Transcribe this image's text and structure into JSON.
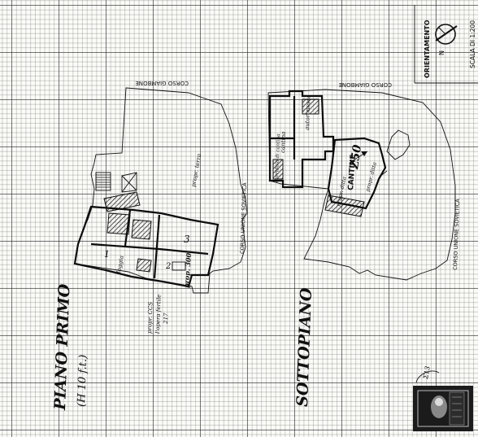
{
  "legend": {
    "orientation_label": "ORIENTAMENTO",
    "scale_label": "SCALA DI 1:200",
    "north_mark": "N"
  },
  "left_plan": {
    "street_top": "CORSO GIAMBONE",
    "street_side": "CORSO UNIONE SOVIETICA",
    "floor_title": "PIANO PRIMO",
    "height_note": "(H 10 f.t.)",
    "note_terra": "propr. terra",
    "room_1": "1",
    "room_3": "3",
    "room_2": "2",
    "room_loggia": "loggia",
    "note_mapp": "prop. 300",
    "owner_note_1": "propr. CCS",
    "owner_note_2": "l'opera fertile",
    "owner_note_3": "217"
  },
  "right_plan": {
    "street_top": "CORSO GIAMBONE",
    "street_side": "CORSO UNIONE SOVIETICA",
    "floor_title": "SOTTOPIANO",
    "label_cantina": "cantina",
    "label_autorimessa": "autorimessa",
    "label_corridoio": "corridoio di cantina",
    "label_cantine": "CANTINE",
    "label_prop_1": "propr. ditta",
    "label_prop_2": "propr. ditta",
    "stamp_code": "Z50"
  },
  "stamp": {
    "corner_note": "Σ13"
  }
}
